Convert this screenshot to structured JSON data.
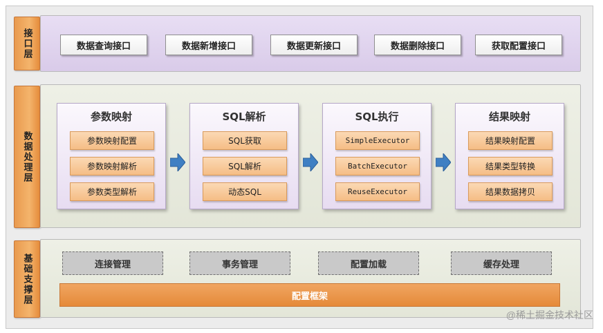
{
  "layers": {
    "interface": {
      "label": "接口层"
    },
    "data_processing": {
      "label": "数据处理层"
    },
    "base_support": {
      "label": "基础支撑层"
    }
  },
  "interface_buttons": [
    "数据查询接口",
    "数据新增接口",
    "数据更新接口",
    "数据删除接口",
    "获取配置接口"
  ],
  "modules": [
    {
      "title": "参数映射",
      "items": [
        "参数映射配置",
        "参数映射解析",
        "参数类型解析"
      ]
    },
    {
      "title": "SQL解析",
      "items": [
        "SQL获取",
        "SQL解析",
        "动态SQL"
      ]
    },
    {
      "title": "SQL执行",
      "items": [
        "SimpleExecutor",
        "BatchExecutor",
        "ReuseExecutor"
      ]
    },
    {
      "title": "结果映射",
      "items": [
        "结果映射配置",
        "结果类型转换",
        "结果数据拷贝"
      ]
    }
  ],
  "base_buttons": [
    "连接管理",
    "事务管理",
    "配置加载",
    "缓存处理"
  ],
  "config_bar": "配置框架",
  "watermark": "@稀土掘金技术社区",
  "colors": {
    "layer_label": "#f0a45c",
    "item_orange": "#f8c894",
    "arrow_blue": "#3f7fc3",
    "config_bar": "#e8913f"
  }
}
